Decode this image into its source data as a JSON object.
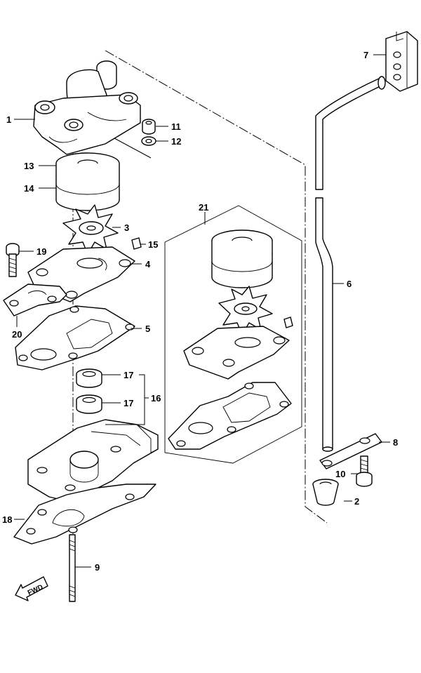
{
  "callouts": [
    {
      "id": "1",
      "label": "1"
    },
    {
      "id": "2",
      "label": "2"
    },
    {
      "id": "3",
      "label": "3"
    },
    {
      "id": "4",
      "label": "4"
    },
    {
      "id": "5",
      "label": "5"
    },
    {
      "id": "6",
      "label": "6"
    },
    {
      "id": "7",
      "label": "7"
    },
    {
      "id": "8",
      "label": "8"
    },
    {
      "id": "9",
      "label": "9"
    },
    {
      "id": "10",
      "label": "10"
    },
    {
      "id": "11",
      "label": "11"
    },
    {
      "id": "12",
      "label": "12"
    },
    {
      "id": "13",
      "label": "13"
    },
    {
      "id": "14",
      "label": "14"
    },
    {
      "id": "15",
      "label": "15"
    },
    {
      "id": "16",
      "label": "16"
    },
    {
      "id": "17a",
      "label": "17"
    },
    {
      "id": "17b",
      "label": "17"
    },
    {
      "id": "18",
      "label": "18"
    },
    {
      "id": "19",
      "label": "19"
    },
    {
      "id": "20",
      "label": "20"
    },
    {
      "id": "21",
      "label": "21"
    }
  ],
  "fwd_arrow": {
    "label": "FWD",
    "icon": "fwd-arrow-icon"
  }
}
